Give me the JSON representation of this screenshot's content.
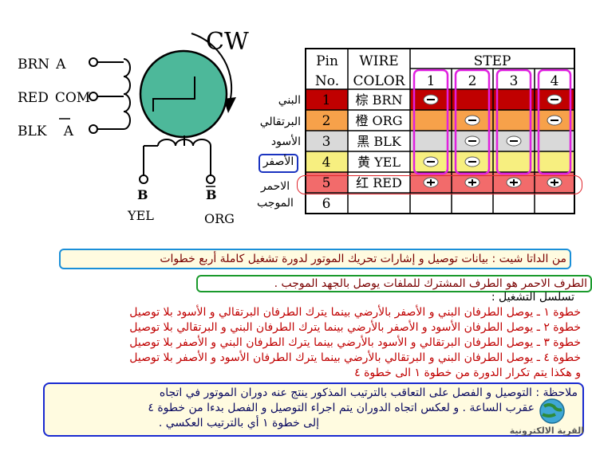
{
  "motor": {
    "direction_label": "CW",
    "left_wires": [
      {
        "name": "BRN",
        "suffix": "A"
      },
      {
        "name": "RED",
        "suffix": "COM"
      },
      {
        "name": "BLK",
        "suffix": "A"
      }
    ],
    "bottom_wires": [
      {
        "pin": "B",
        "name": "YEL"
      },
      {
        "pin": "B",
        "name": "ORG"
      }
    ]
  },
  "arabic_colors": [
    {
      "text": "البني",
      "color": "#c00000"
    },
    {
      "text": "البرتقالي",
      "color": "#f08c1a"
    },
    {
      "text": "الأسود",
      "color": "#000000"
    },
    {
      "text": "الأصفر",
      "color": "#f2e24a"
    },
    {
      "text": "الاحمر",
      "color": "#c000c0"
    },
    {
      "text": "الموجب",
      "color": "#c00000"
    }
  ],
  "table": {
    "headers": {
      "pin": "Pin",
      "no": "No.",
      "wire": "WIRE",
      "color": "COLOR",
      "step": "STEP"
    },
    "steps": [
      "1",
      "2",
      "3",
      "4"
    ],
    "rows": [
      {
        "no": "1",
        "wire": "棕 BRN",
        "bg": "#c00000",
        "cells": [
          "#c00000",
          "#c00000",
          "#c00000",
          "#c00000"
        ],
        "marks": [
          "minus",
          "",
          "",
          "minus"
        ]
      },
      {
        "no": "2",
        "wire": "橙 ORG",
        "bg": "#f7a14a",
        "cells": [
          "#f7a14a",
          "#f7a14a",
          "#f7a14a",
          "#f7a14a"
        ],
        "marks": [
          "",
          "minus",
          "",
          "minus"
        ]
      },
      {
        "no": "3",
        "wire": "黑 BLK",
        "bg": "#d9d9d9",
        "cells": [
          "#d9d9d9",
          "#d9d9d9",
          "#d9d9d9",
          "#d9d9d9"
        ],
        "marks": [
          "",
          "minus",
          "minus",
          ""
        ]
      },
      {
        "no": "4",
        "wire": "黄 YEL",
        "bg": "#f7ef80",
        "cells": [
          "#f7ef80",
          "#f7ef80",
          "#f7ef80",
          "#f7ef80"
        ],
        "marks": [
          "minus",
          "minus",
          "",
          ""
        ]
      },
      {
        "no": "5",
        "wire": "红 RED",
        "bg": "#f26b6b",
        "cells": [
          "#f26b6b",
          "#f26b6b",
          "#f26b6b",
          "#f26b6b"
        ],
        "marks": [
          "plus",
          "plus",
          "plus",
          "plus"
        ]
      },
      {
        "no": "6",
        "wire": "",
        "bg": "#ffffff",
        "cells": [
          "#ffffff",
          "#ffffff",
          "#ffffff",
          "#ffffff"
        ],
        "marks": [
          "",
          "",
          "",
          ""
        ]
      }
    ]
  },
  "notes": {
    "datasheet": "من الداتا شيت : بيانات توصيل و إشارات تحريك الموتور لدورة تشغيل كاملة أربع خطوات",
    "red_common": "الطرف الاحمر هو الطرف المشترك للملفات يوصل بالجهد الموجب .",
    "sequence_title": "تسلسل التشغيل :",
    "steps": [
      "خطوة ١ ـ يوصل الطرفان البني و الأصفر بالأرضي بينما يترك الطرفان البرتقالي و الأسود بلا توصيل",
      "خطوة ٢ ـ يوصل الطرفان الأسود و الأصفر بالأرضي بينما يترك الطرفان البني و البرتقالي بلا توصيل",
      "خطوة ٣ ـ يوصل الطرفان البرتقالي و الأسود بالأرضي بينما يترك الطرفان البني و الأصفر بلا توصيل",
      "خطوة ٤ ـ يوصل الطرفان البني و البرتقالي بالأرضي بينما يترك الطرفان الأسود و الأصفر بلا توصيل"
    ],
    "repeat": "و هكذا يتم تكرار الدورة من خطوة ١ الى خطوة ٤",
    "remark": [
      "ملاحظة : التوصيل و الفصل على التعاقب بالترتيب المذكور ينتج عنه دوران الموتور في اتجاه",
      "عقرب الساعة . و لعكس اتجاه الدوران يتم اجراء التوصيل و الفصل بدءا من خطوة ٤",
      "إلى خطوة ١ أي بالترتيب العكسي ."
    ]
  },
  "watermark": "القرية الالكترونية"
}
